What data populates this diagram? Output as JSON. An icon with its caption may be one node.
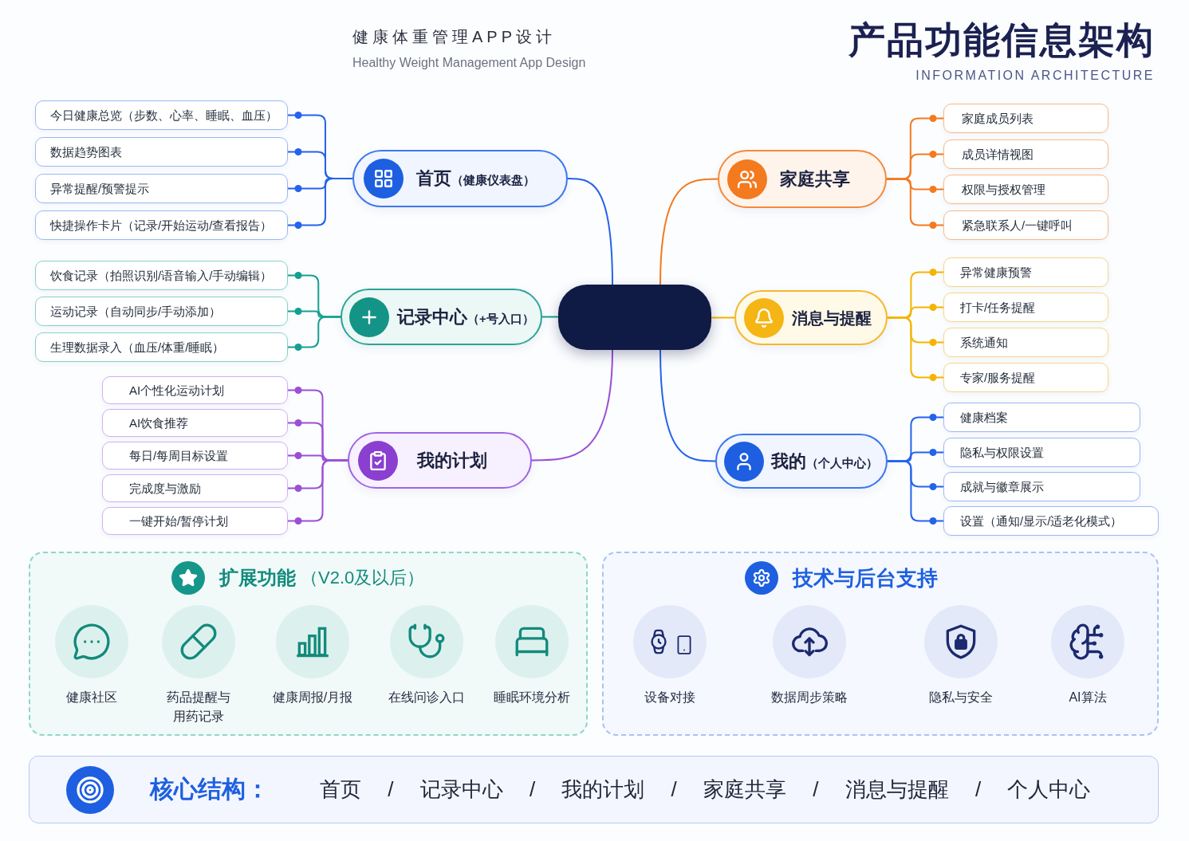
{
  "diagram": {
    "title": "产品功能信息架构",
    "nodes": [
      {
        "text": [],
        "shape": "box"
      },
      {
        "text": [
          "首页",
          "（健康仪表盘）"
        ]
      },
      {
        "text": [
          "今日健康总览（步数、心率、睡眠、血压）"
        ]
      },
      {
        "text": [
          "数据趋势图表"
        ]
      },
      {
        "text": [
          "异常提醒/预警提示"
        ]
      },
      {
        "text": [
          "快捷操作卡片（记录/开始运动/查看报告）"
        ]
      },
      {
        "text": [
          "记录中心",
          "（+号入口）"
        ]
      },
      {
        "text": [
          "饮食记录（拍照识别/语音输入/手动编辑）"
        ]
      },
      {
        "text": [
          "运动记录（自动同步/手动添加）"
        ]
      },
      {
        "text": [
          "生理数据录入（血压/体重/睡眠）"
        ]
      },
      {
        "text": [
          "我的计划"
        ]
      },
      {
        "text": [
          "AI个性化运动计划"
        ]
      },
      {
        "text": [
          "AI饮食推荐"
        ]
      },
      {
        "text": [
          "每日/每周目标设置"
        ]
      },
      {
        "text": [
          "完成度与激励"
        ]
      },
      {
        "text": [
          "一键开始/暂停计划"
        ]
      },
      {
        "text": [
          "家庭共享"
        ]
      },
      {
        "text": [
          "家庭成员列表"
        ]
      },
      {
        "text": [
          "成员详情视图"
        ]
      },
      {
        "text": [
          "权限与授权管理"
        ]
      },
      {
        "text": [
          "紧急联系人/一键呼叫"
        ]
      },
      {
        "text": [
          "消息与提醒"
        ]
      },
      {
        "text": [
          "异常健康预警"
        ]
      },
      {
        "text": [
          "打卡/任务提醒"
        ]
      },
      {
        "text": [
          "系统通知"
        ]
      },
      {
        "text": [
          "专家/服务提醒"
        ]
      },
      {
        "text": [
          "我的",
          "（个人中心）"
        ]
      },
      {
        "text": [
          "健康档案"
        ]
      },
      {
        "text": [
          "隐私与权限设置"
        ]
      },
      {
        "text": [
          "成就与徽章展示"
        ]
      },
      {
        "text": [
          "设置（通知/显示/适老化模式）"
        ]
      },
      {
        "text": [
          "扩展功能",
          "（V2.0及以后）"
        ]
      },
      {
        "text": [
          "健康社区"
        ],
        "in": 31
      },
      {
        "text": [
          "药品提醒与用药记录"
        ],
        "in": 31
      },
      {
        "text": [
          "健康周报/月报"
        ],
        "in": 31
      },
      {
        "text": [
          "在线问诊入口"
        ],
        "in": 31
      },
      {
        "text": [
          "睡眠环境分析"
        ],
        "in": 31
      },
      {
        "text": [
          "技术与后台支持"
        ]
      },
      {
        "text": [
          "设备对接"
        ],
        "in": 37
      },
      {
        "text": [
          "数据周步策略"
        ],
        "in": 37
      },
      {
        "text": [
          "隐私与安全"
        ],
        "in": 37
      },
      {
        "text": [
          "AI算法"
        ],
        "in": 37
      },
      {
        "text": [
          "核心结构：",
          "首页 / 记录中心 / 我的计划 / 家庭共享 / 消息与提醒 / 个人中心"
        ]
      }
    ],
    "edges": [
      {
        "from": 0,
        "to": 1,
        "arrow": "none"
      },
      {
        "from": 1,
        "to": 2,
        "arrow": "other"
      },
      {
        "from": 1,
        "to": 3,
        "arrow": "other"
      },
      {
        "from": 1,
        "to": 4,
        "arrow": "other"
      },
      {
        "from": 1,
        "to": 5,
        "arrow": "other"
      },
      {
        "from": 0,
        "to": 6,
        "arrow": "none",
        "color": "#14a090"
      },
      {
        "from": 6,
        "to": 7,
        "arrow": "other",
        "color": "#14a090"
      },
      {
        "from": 6,
        "to": 8,
        "arrow": "other",
        "color": "#14a090"
      },
      {
        "from": 6,
        "to": 9,
        "arrow": "other",
        "color": "#14a090"
      },
      {
        "from": 0,
        "to": 10,
        "arrow": "none",
        "color": "#9b4fd6"
      },
      {
        "from": 10,
        "to": 11,
        "arrow": "other",
        "color": "#9b4fd6"
      },
      {
        "from": 10,
        "to": 12,
        "arrow": "other",
        "color": "#9b4fd6"
      },
      {
        "from": 10,
        "to": 13,
        "arrow": "other",
        "color": "#9b4fd6"
      },
      {
        "from": 10,
        "to": 14,
        "arrow": "other",
        "color": "#9b4fd6"
      },
      {
        "from": 10,
        "to": 15,
        "arrow": "other",
        "color": "#9b4fd6"
      },
      {
        "from": 0,
        "to": 16,
        "arrow": "none",
        "color": "#f47a1f"
      },
      {
        "from": 16,
        "to": 17,
        "arrow": "other",
        "color": "#f47a1f"
      },
      {
        "from": 16,
        "to": 18,
        "arrow": "other",
        "color": "#f47a1f"
      },
      {
        "from": 16,
        "to": 19,
        "arrow": "other",
        "color": "#f47a1f"
      },
      {
        "from": 16,
        "to": 20,
        "arrow": "other",
        "color": "#f47a1f"
      },
      {
        "from": 0,
        "to": 21,
        "arrow": "none",
        "color": "#f5b400"
      },
      {
        "from": 21,
        "to": 22,
        "arrow": "other",
        "color": "#f5b400"
      },
      {
        "from": 21,
        "to": 23,
        "arrow": "other",
        "color": "#f5b400"
      },
      {
        "from": 21,
        "to": 24,
        "arrow": "other",
        "color": "#f5b400"
      },
      {
        "from": 21,
        "to": 25,
        "arrow": "other",
        "color": "#f5b400"
      },
      {
        "from": 0,
        "to": 26,
        "arrow": "none"
      },
      {
        "from": 26,
        "to": 27,
        "arrow": "other"
      },
      {
        "from": 26,
        "to": 28,
        "arrow": "other"
      },
      {
        "from": 26,
        "to": 29,
        "arrow": "other"
      },
      {
        "from": 26,
        "to": 30,
        "arrow": "other"
      }
    ],
    "labels": [
      "健康体重管理APP设计",
      "Healthy Weight Management App Design",
      "INFORMATION ARCHITECTURE"
    ]
  }
}
